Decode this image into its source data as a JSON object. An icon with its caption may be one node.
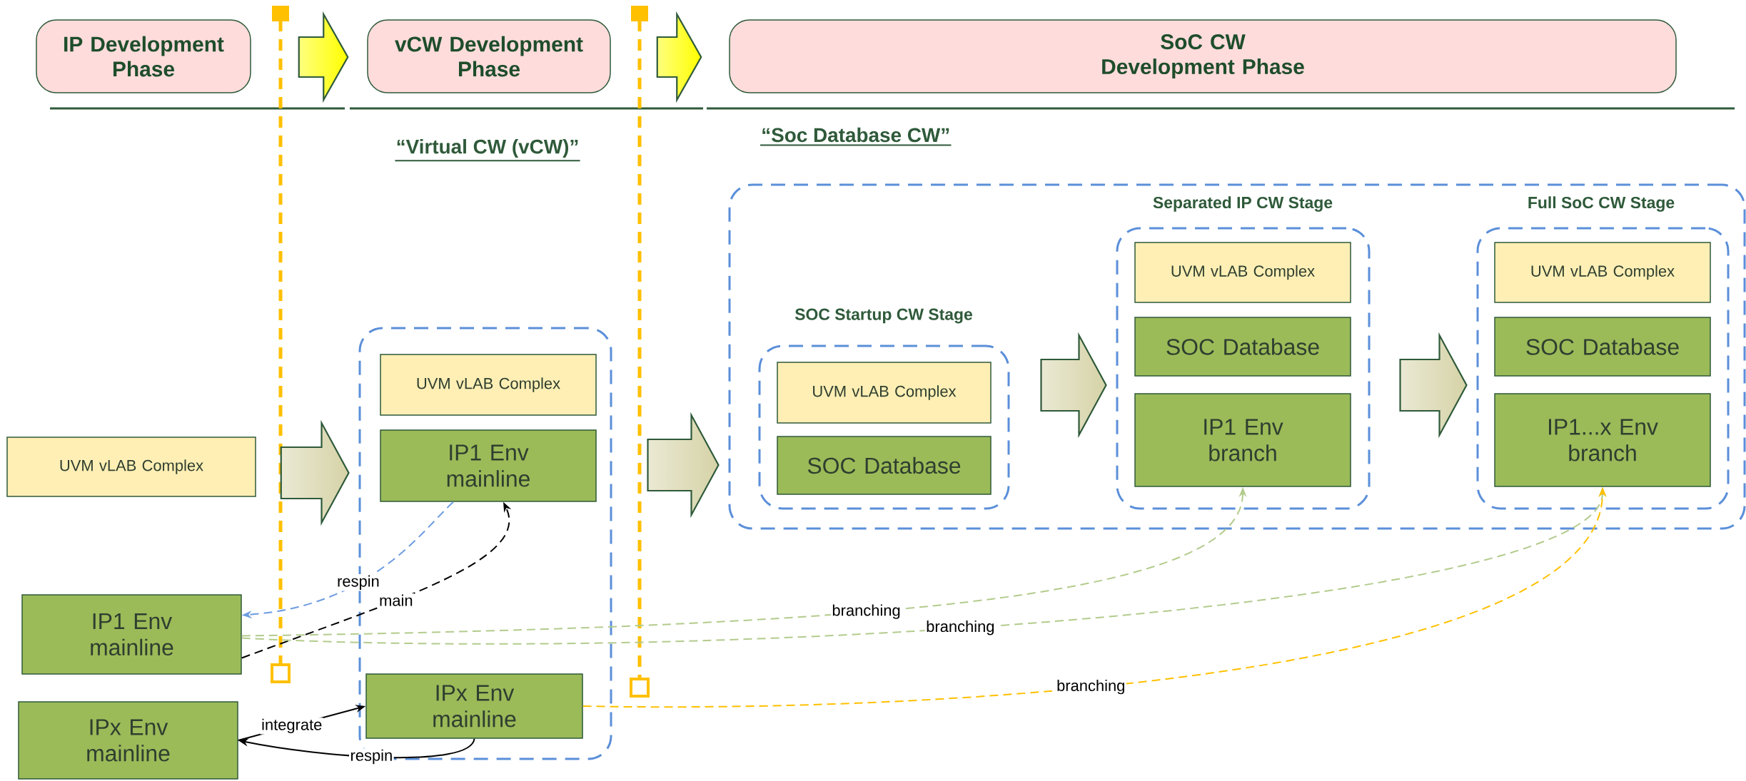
{
  "diagram": {
    "nodes": [
      {
        "text": [
          "IP Development Phase"
        ]
      },
      {
        "text": [
          "vCW Development Phase"
        ]
      },
      {
        "text": [
          "SoC CW Development Phase"
        ]
      },
      {
        "text": [],
        "shape": "box"
      },
      {
        "text": [
          "SOC Startup CW Stage"
        ],
        "in": 3
      },
      {
        "text": [
          "UVM vLAB Complex"
        ],
        "in": 4
      },
      {
        "text": [
          "SOC Database"
        ],
        "in": 4
      },
      {
        "text": [
          "Separated IP CW Stage"
        ],
        "in": 3
      },
      {
        "text": [
          "UVM vLAB Complex"
        ],
        "in": 7
      },
      {
        "text": [
          "SOC Database"
        ],
        "in": 7
      },
      {
        "text": [
          "IP1 Env branch"
        ],
        "in": 7
      },
      {
        "text": [
          "Full SoC CW Stage"
        ],
        "in": 3
      },
      {
        "text": [
          "UVM vLAB Complex"
        ],
        "in": 11
      },
      {
        "text": [
          "SOC Database"
        ],
        "in": 11
      },
      {
        "text": [
          "IP1...x Env branch"
        ],
        "in": 11
      },
      {
        "text": [],
        "shape": "box"
      },
      {
        "text": [
          "UVM vLAB Complex"
        ],
        "in": 15
      },
      {
        "text": [
          "IP1 Env mainline"
        ],
        "in": 15
      },
      {
        "text": [
          "IPx Env mainline"
        ],
        "in": 15
      },
      {
        "text": [
          "UVM vLAB Complex"
        ]
      },
      {
        "text": [
          "IP1 Env mainline"
        ]
      },
      {
        "text": [
          "IPx Env mainline"
        ]
      }
    ],
    "edges": [
      {
        "from": 0,
        "to": 1,
        "arrow": "to",
        "style": "thick",
        "color": "#ffff00"
      },
      {
        "from": 1,
        "to": 2,
        "arrow": "to",
        "style": "thick",
        "color": "#ffff00"
      },
      {
        "from": 19,
        "to": 15,
        "arrow": "to",
        "style": "thick",
        "color": "#d6d3a8"
      },
      {
        "from": 15,
        "to": 3,
        "arrow": "to",
        "style": "thick",
        "color": "#d6d3a8"
      },
      {
        "from": 4,
        "to": 7,
        "arrow": "to",
        "style": "thick",
        "color": "#d6d3a8"
      },
      {
        "from": 7,
        "to": 11,
        "arrow": "to",
        "style": "thick",
        "color": "#d6d3a8"
      },
      {
        "from": 17,
        "to": 20,
        "arrow": "to",
        "label": "respin",
        "style": "dashed",
        "color": "#6d9ce0"
      },
      {
        "from": 20,
        "to": 17,
        "arrow": "to",
        "label": "main",
        "style": "dashed"
      },
      {
        "from": 21,
        "to": 18,
        "arrow": "to",
        "label": "integrate"
      },
      {
        "from": 18,
        "to": 21,
        "arrow": "to",
        "label": "respin"
      },
      {
        "from": 20,
        "to": 10,
        "arrow": "to",
        "label": "branching",
        "style": "dashed",
        "color": "#b3cb8c"
      },
      {
        "from": 20,
        "to": 14,
        "arrow": "to",
        "label": "branching",
        "style": "dashed",
        "color": "#b3cb8c"
      },
      {
        "from": 18,
        "to": 14,
        "arrow": "to",
        "label": "branching",
        "style": "dashed",
        "color": "#ffc000"
      }
    ],
    "labels": [
      "“Virtual CW (vCW)”",
      "“Soc Database CW”"
    ]
  }
}
